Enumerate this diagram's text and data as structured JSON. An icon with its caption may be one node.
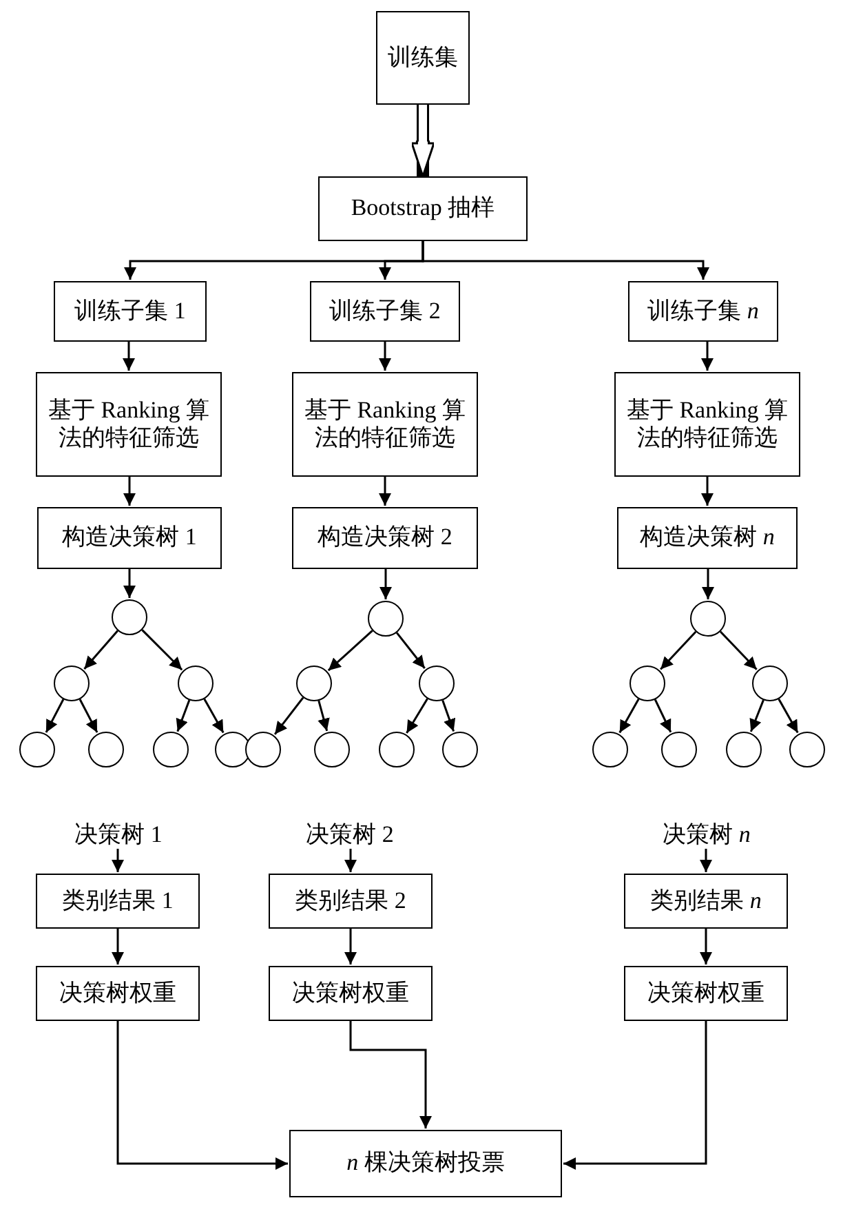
{
  "diagram": {
    "nodes": [
      {
        "text": [
          "训练集"
        ]
      },
      {
        "text": [
          "Bootstrap 抽样"
        ]
      },
      {
        "text": [
          "训练子集 1"
        ]
      },
      {
        "text": [
          "训练子集 2"
        ]
      },
      {
        "text": [
          "训练子集 *n*"
        ]
      },
      {
        "text": [
          "基于 Ranking 算法的特征筛选"
        ]
      },
      {
        "text": [
          "基于 Ranking 算法的特征筛选"
        ]
      },
      {
        "text": [
          "基于 Ranking 算法的特征筛选"
        ]
      },
      {
        "text": [
          "构造决策树 1"
        ]
      },
      {
        "text": [
          "构造决策树 2"
        ]
      },
      {
        "text": [
          "构造决策树 *n*"
        ]
      },
      {
        "text": [],
        "shape": "circle"
      },
      {
        "text": [],
        "shape": "circle"
      },
      {
        "text": [],
        "shape": "circle"
      },
      {
        "text": [],
        "shape": "circle"
      },
      {
        "text": [],
        "shape": "circle"
      },
      {
        "text": [],
        "shape": "circle"
      },
      {
        "text": [],
        "shape": "circle"
      },
      {
        "text": [],
        "shape": "circle"
      },
      {
        "text": [],
        "shape": "circle"
      },
      {
        "text": [],
        "shape": "circle"
      },
      {
        "text": [],
        "shape": "circle"
      },
      {
        "text": [],
        "shape": "circle"
      },
      {
        "text": [],
        "shape": "circle"
      },
      {
        "text": [],
        "shape": "circle"
      },
      {
        "text": [],
        "shape": "circle"
      },
      {
        "text": [],
        "shape": "circle"
      },
      {
        "text": [],
        "shape": "circle"
      },
      {
        "text": [],
        "shape": "circle"
      },
      {
        "text": [],
        "shape": "circle"
      },
      {
        "text": [],
        "shape": "circle"
      },
      {
        "text": [],
        "shape": "circle"
      },
      {
        "text": [
          "决策树 1"
        ]
      },
      {
        "text": [
          "决策树 2"
        ]
      },
      {
        "text": [
          "决策树 *n*"
        ]
      },
      {
        "text": [
          "类别结果 1"
        ]
      },
      {
        "text": [
          "类别结果 2"
        ]
      },
      {
        "text": [
          "类别结果 *n*"
        ]
      },
      {
        "text": [
          "决策树权重"
        ]
      },
      {
        "text": [
          "决策树权重"
        ]
      },
      {
        "text": [
          "决策树权重"
        ]
      },
      {
        "text": [
          "*n* 棵决策树投票"
        ]
      }
    ],
    "edges": [
      {
        "from": 0,
        "to": 1,
        "arrow": "to",
        "style": "thick"
      },
      {
        "from": 1,
        "to": 2,
        "arrow": "to"
      },
      {
        "from": 1,
        "to": 3,
        "arrow": "to"
      },
      {
        "from": 1,
        "to": 4,
        "arrow": "to"
      },
      {
        "from": 2,
        "to": 5,
        "arrow": "to"
      },
      {
        "from": 3,
        "to": 6,
        "arrow": "to"
      },
      {
        "from": 4,
        "to": 7,
        "arrow": "to"
      },
      {
        "from": 5,
        "to": 8,
        "arrow": "to"
      },
      {
        "from": 6,
        "to": 9,
        "arrow": "to"
      },
      {
        "from": 7,
        "to": 10,
        "arrow": "to"
      },
      {
        "from": 8,
        "to": 11,
        "arrow": "to"
      },
      {
        "from": 11,
        "to": 12,
        "arrow": "to"
      },
      {
        "from": 11,
        "to": 13,
        "arrow": "to"
      },
      {
        "from": 12,
        "to": 14,
        "arrow": "to"
      },
      {
        "from": 12,
        "to": 15,
        "arrow": "to"
      },
      {
        "from": 13,
        "to": 16,
        "arrow": "to"
      },
      {
        "from": 13,
        "to": 17,
        "arrow": "to"
      },
      {
        "from": 9,
        "to": 18,
        "arrow": "to"
      },
      {
        "from": 18,
        "to": 19,
        "arrow": "to"
      },
      {
        "from": 18,
        "to": 20,
        "arrow": "to"
      },
      {
        "from": 19,
        "to": 21,
        "arrow": "to"
      },
      {
        "from": 19,
        "to": 22,
        "arrow": "to"
      },
      {
        "from": 20,
        "to": 23,
        "arrow": "to"
      },
      {
        "from": 20,
        "to": 24,
        "arrow": "to"
      },
      {
        "from": 10,
        "to": 25,
        "arrow": "to"
      },
      {
        "from": 25,
        "to": 26,
        "arrow": "to"
      },
      {
        "from": 25,
        "to": 27,
        "arrow": "to"
      },
      {
        "from": 26,
        "to": 28,
        "arrow": "to"
      },
      {
        "from": 26,
        "to": 29,
        "arrow": "to"
      },
      {
        "from": 27,
        "to": 30,
        "arrow": "to"
      },
      {
        "from": 27,
        "to": 31,
        "arrow": "to"
      },
      {
        "from": 32,
        "to": 35,
        "arrow": "to"
      },
      {
        "from": 33,
        "to": 36,
        "arrow": "to"
      },
      {
        "from": 34,
        "to": 37,
        "arrow": "to"
      },
      {
        "from": 35,
        "to": 38,
        "arrow": "to"
      },
      {
        "from": 36,
        "to": 39,
        "arrow": "to"
      },
      {
        "from": 37,
        "to": 40,
        "arrow": "to"
      },
      {
        "from": 38,
        "to": 41,
        "arrow": "to"
      },
      {
        "from": 39,
        "to": 41,
        "arrow": "to"
      },
      {
        "from": 40,
        "to": 41,
        "arrow": "to"
      }
    ]
  }
}
